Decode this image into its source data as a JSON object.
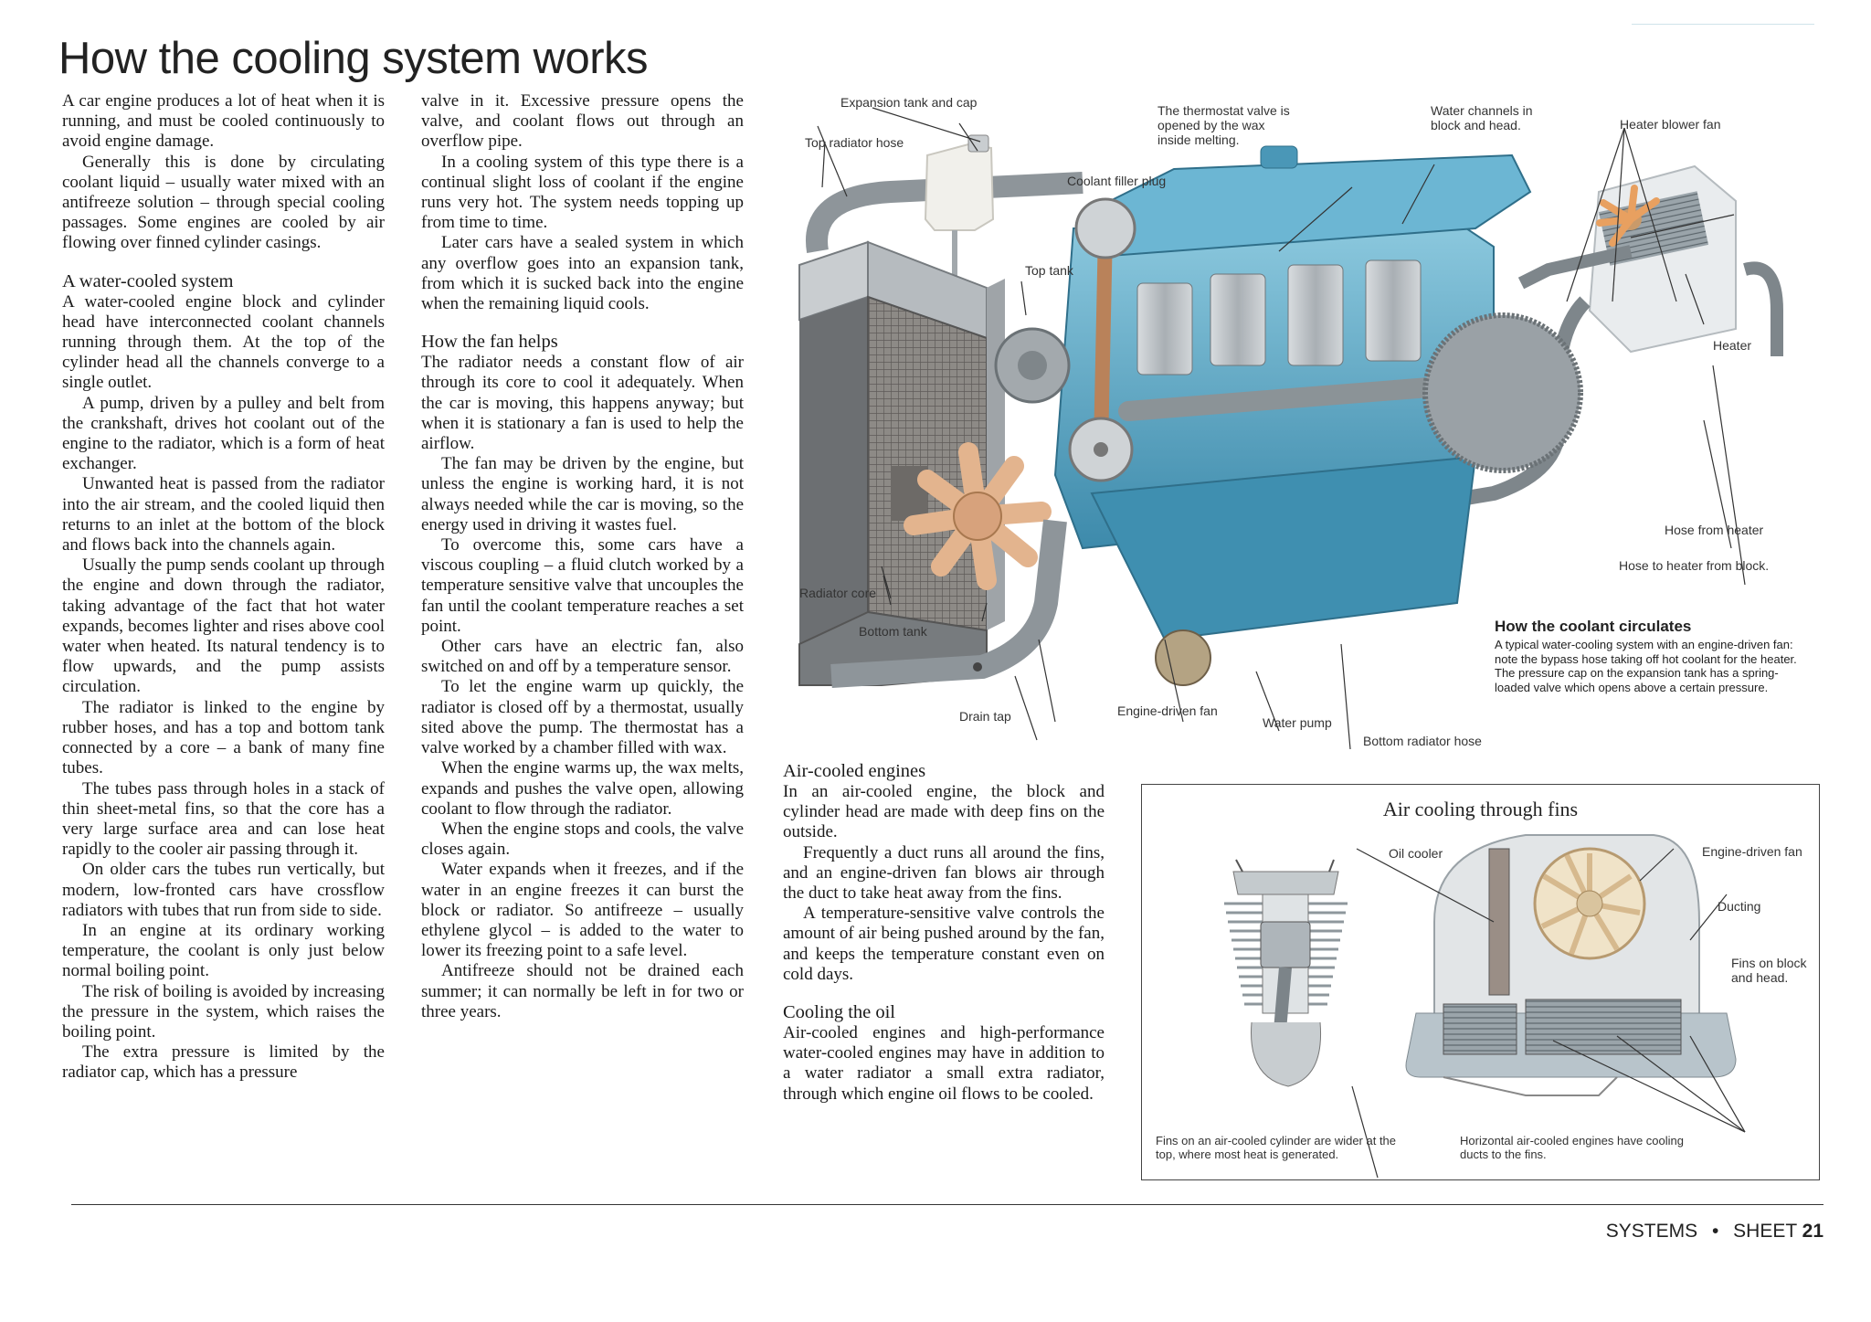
{
  "title": "How the cooling system works",
  "col1": {
    "p1": "A car engine produces a lot of heat when it is running, and must be cooled continuously to avoid engine damage.",
    "p2": "Generally this is done by circulating coolant liquid – usually water mixed with an antifreeze solution – through special cooling passages. Some engines are cooled by air flowing over finned cylinder casings.",
    "h1": "A water-cooled system",
    "p3": "A water-cooled engine block and cylinder head have interconnected coolant channels running through them. At the top of the cylinder head all the channels converge to a single outlet.",
    "p4": "A pump, driven by a pulley and belt from the crankshaft, drives hot coolant out of the engine to the radiator, which is a form of heat exchanger.",
    "p5": "Unwanted heat is passed from the radiator into the air stream, and the cooled liquid then returns to an inlet at the bottom of the block and flows back into the channels again.",
    "p6": "Usually the pump sends coolant up through the engine and down through the radiator, taking advantage of the fact that hot water expands, becomes lighter and rises above cool water when heated. Its natural tendency is to flow upwards, and the pump assists circulation.",
    "p7": "The radiator is linked to the engine by rubber hoses, and has a top and bottom tank connected by a core – a bank of many fine tubes.",
    "p8": "The tubes pass through holes in a stack of thin sheet-metal fins, so that the core has a very large surface area and can lose heat rapidly to the cooler air passing through it.",
    "p9": "On older cars the tubes run vertically, but modern, low-fronted cars have crossflow radiators with tubes that run from side to side.",
    "p10": "In an engine at its ordinary working temperature, the coolant is only just below normal boiling point.",
    "p11": "The risk of boiling is avoided by increasing the pressure in the system, which raises the boiling point.",
    "p12": "The extra pressure is limited by the radiator cap, which has a pressure"
  },
  "col2": {
    "p1": "valve in it. Excessive pressure opens the valve, and coolant flows out through an overflow pipe.",
    "p2": "In a cooling system of this type there is a continual slight loss of coolant if the engine runs very hot. The system needs topping up from time to time.",
    "p3": "Later cars have a sealed system in which any overflow goes into an expansion tank, from which it is sucked back into the engine when the remaining liquid cools.",
    "h1": "How the fan helps",
    "p4": "The radiator needs a constant flow of air through its core to cool it adequately. When the car is moving, this happens anyway; but when it is stationary a fan is used to help the airflow.",
    "p5": "The fan may be driven by the engine, but unless the engine is working hard, it is not always needed while the car is moving, so the energy used in driving it wastes fuel.",
    "p6": "To overcome this, some cars have a viscous coupling – a fluid clutch worked by a temperature sensitive valve that uncouples the fan until the coolant temperature reaches a set point.",
    "p7": "Other cars have an electric fan, also switched on and off by a temperature sensor.",
    "p8": "To let the engine warm up quickly, the radiator is closed off by a thermostat, usually sited above the pump. The thermostat has a valve worked by a chamber filled with wax.",
    "p9": "When the engine warms up, the wax melts, expands and pushes the valve open, allowing coolant to flow through the radiator.",
    "p10": "When the engine stops and cools, the valve closes again.",
    "p11": "Water expands when it freezes, and if the water in an engine freezes it can burst the block or radiator. So antifreeze – usually ethylene glycol – is added to the water to lower its freezing point to a safe level.",
    "p12": "Antifreeze should not be drained each summer; it can normally be left in for two or three years."
  },
  "col3": {
    "h1": "Air-cooled engines",
    "p1": "In an air-cooled engine, the block and cylinder head are made with deep fins on the outside.",
    "p2": "Frequently a duct runs all around the fins, and an engine-driven fan blows air through the duct to take heat away from the fins.",
    "p3": "A temperature-sensitive valve controls the amount of air being pushed around by the fan, and keeps the temperature constant even on cold days.",
    "h2": "Cooling the oil",
    "p4": "Air-cooled engines and high-performance water-cooled engines may have in addition to a water radiator a small extra radiator, through which engine oil flows to be cooled."
  },
  "diagram": {
    "expansion_tank": "Expansion tank and cap",
    "top_hose": "Top radiator hose",
    "coolant_filler": "Coolant filler plug",
    "thermostat": "The thermostat valve is opened by the wax inside melting.",
    "water_channels": "Water channels in block and head.",
    "heater_fan": "Heater blower fan",
    "top_tank": "Top tank",
    "heater": "Heater",
    "hose_from_heater": "Hose from heater",
    "hose_to_heater": "Hose to heater from block.",
    "radiator_core": "Radiator core",
    "bottom_tank": "Bottom tank",
    "drain_tap": "Drain tap",
    "fan": "Engine-driven fan",
    "water_pump": "Water pump",
    "bottom_hose": "Bottom radiator hose",
    "caption_title": "How the coolant circulates",
    "caption_text": "A typical water-cooling system with an engine-driven fan: note the bypass hose taking off hot coolant for the heater. The pressure cap on the expansion tank has a spring-loaded valve which opens above a certain pressure."
  },
  "air_box": {
    "title": "Air cooling through fins",
    "oil_cooler": "Oil cooler",
    "fan": "Engine-driven fan",
    "ducting": "Ducting",
    "fins": "Fins on block and head.",
    "caption_left": "Fins on an air-cooled cylinder are wider at the top, where most heat is generated.",
    "caption_right": "Horizontal air-cooled engines have cooling ducts to the fins."
  },
  "footer": {
    "section": "SYSTEMS",
    "bullet": "•",
    "sheet": "SHEET",
    "number": "21"
  },
  "colors": {
    "engine_blue": "#5ba7c4",
    "metal": "#b7bcc0",
    "radiator": "#8b8f92",
    "hose": "#8e959a",
    "fan": "#e6b894"
  }
}
